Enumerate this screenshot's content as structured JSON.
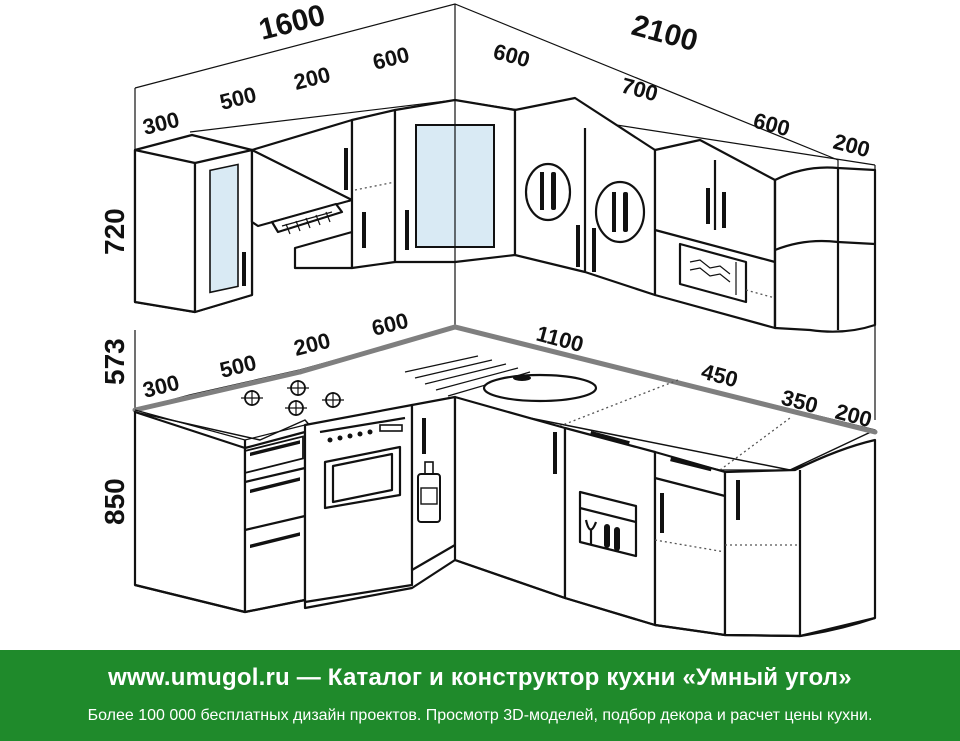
{
  "dimensions": {
    "upper_left_total": "1600",
    "upper_right_total": "2100",
    "upper_left_300": "300",
    "upper_left_500": "500",
    "upper_left_200": "200",
    "upper_left_600": "600",
    "upper_right_600": "600",
    "upper_right_700": "700",
    "upper_right_600b": "600",
    "upper_right_200": "200",
    "height_upper": "720",
    "height_gap": "573",
    "height_lower": "850",
    "lower_left_300": "300",
    "lower_left_500": "500",
    "lower_left_200": "200",
    "lower_left_600": "600",
    "lower_right_1100": "1100",
    "lower_right_450": "450",
    "lower_right_350": "350",
    "lower_right_200": "200"
  },
  "footer": {
    "title": "www.umugol.ru — Каталог и конструктор кухни «Умный угол»",
    "subtitle": "Более 100 000 бесплатных дизайн проектов. Просмотр 3D-моделей, подбор декора и расчет цены кухни."
  },
  "colors": {
    "footer_bg": "#1f8a2b",
    "line": "#111111",
    "countertop_edge": "#7f7f7f"
  },
  "icons": [
    "cutlery-icon",
    "wine-glass-icon",
    "bottle-icon",
    "microwave-icon",
    "stove-burner-icon",
    "range-hood-icon"
  ]
}
